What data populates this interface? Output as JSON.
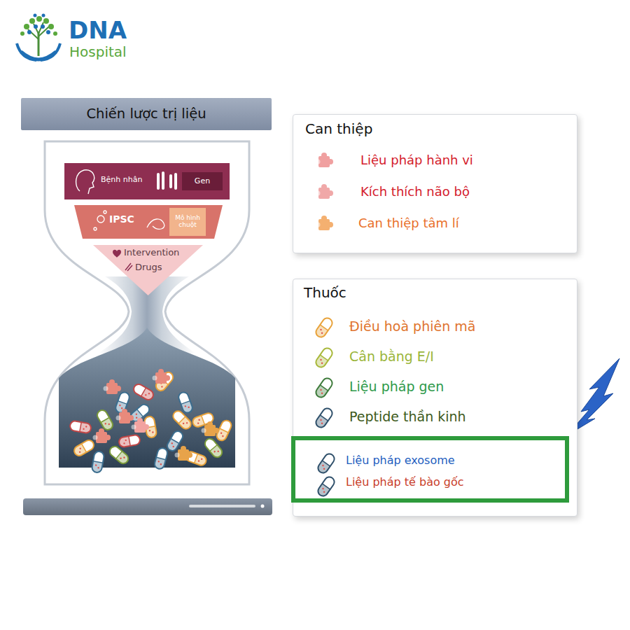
{
  "diagram": {
    "nodes": [
      {
        "text": [
          "Chiến lược trị liệu"
        ]
      },
      {
        "text": [
          "Bệnh nhân",
          "Gen"
        ]
      },
      {
        "text": [
          "IPSC"
        ]
      },
      {
        "text": [
          "Mô hình chuột"
        ],
        "in": 2
      },
      {
        "text": [
          "Intervention",
          "Drugs"
        ]
      },
      {
        "text": [
          "Can thiệp",
          "Liệu pháp hành vi",
          "Kích thích não bộ",
          "Can thiệp tâm lí"
        ]
      },
      {
        "text": [
          "Thuốc",
          "Điều hoà phiên mã",
          "Cân bằng E/I",
          "Liệu pháp gen",
          "Peptide thần kinh"
        ]
      },
      {
        "text": [
          "Liệu pháp exosome",
          "Liệu pháp tế bào gốc"
        ],
        "in": 6
      }
    ],
    "labels": [
      "DNA",
      "Hospital"
    ]
  }
}
